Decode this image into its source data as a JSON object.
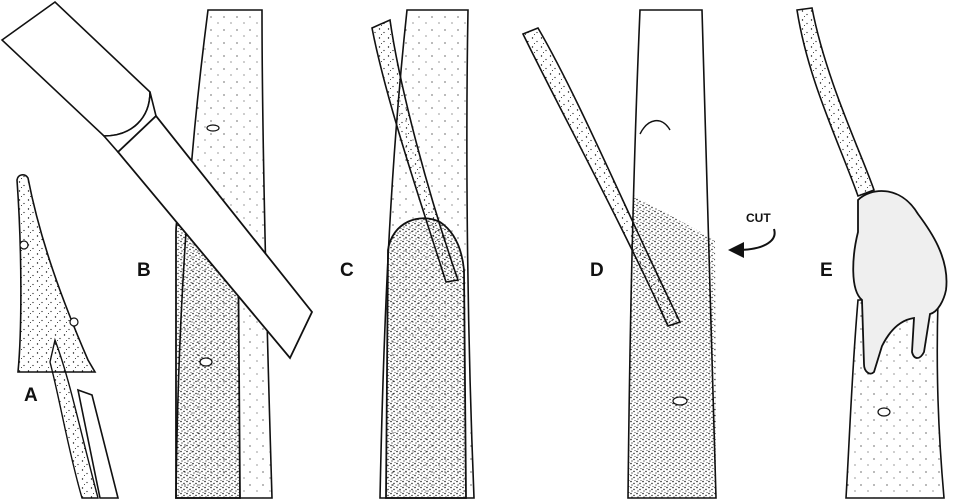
{
  "figure": {
    "panels": [
      {
        "id": "A",
        "label": "A"
      },
      {
        "id": "B",
        "label": "B"
      },
      {
        "id": "C",
        "label": "C"
      },
      {
        "id": "D",
        "label": "D",
        "annotation": "CUT"
      },
      {
        "id": "E",
        "label": "E"
      }
    ]
  },
  "palette": {
    "ink": "#111111",
    "paper": "#ffffff",
    "wax": "#efefef"
  }
}
